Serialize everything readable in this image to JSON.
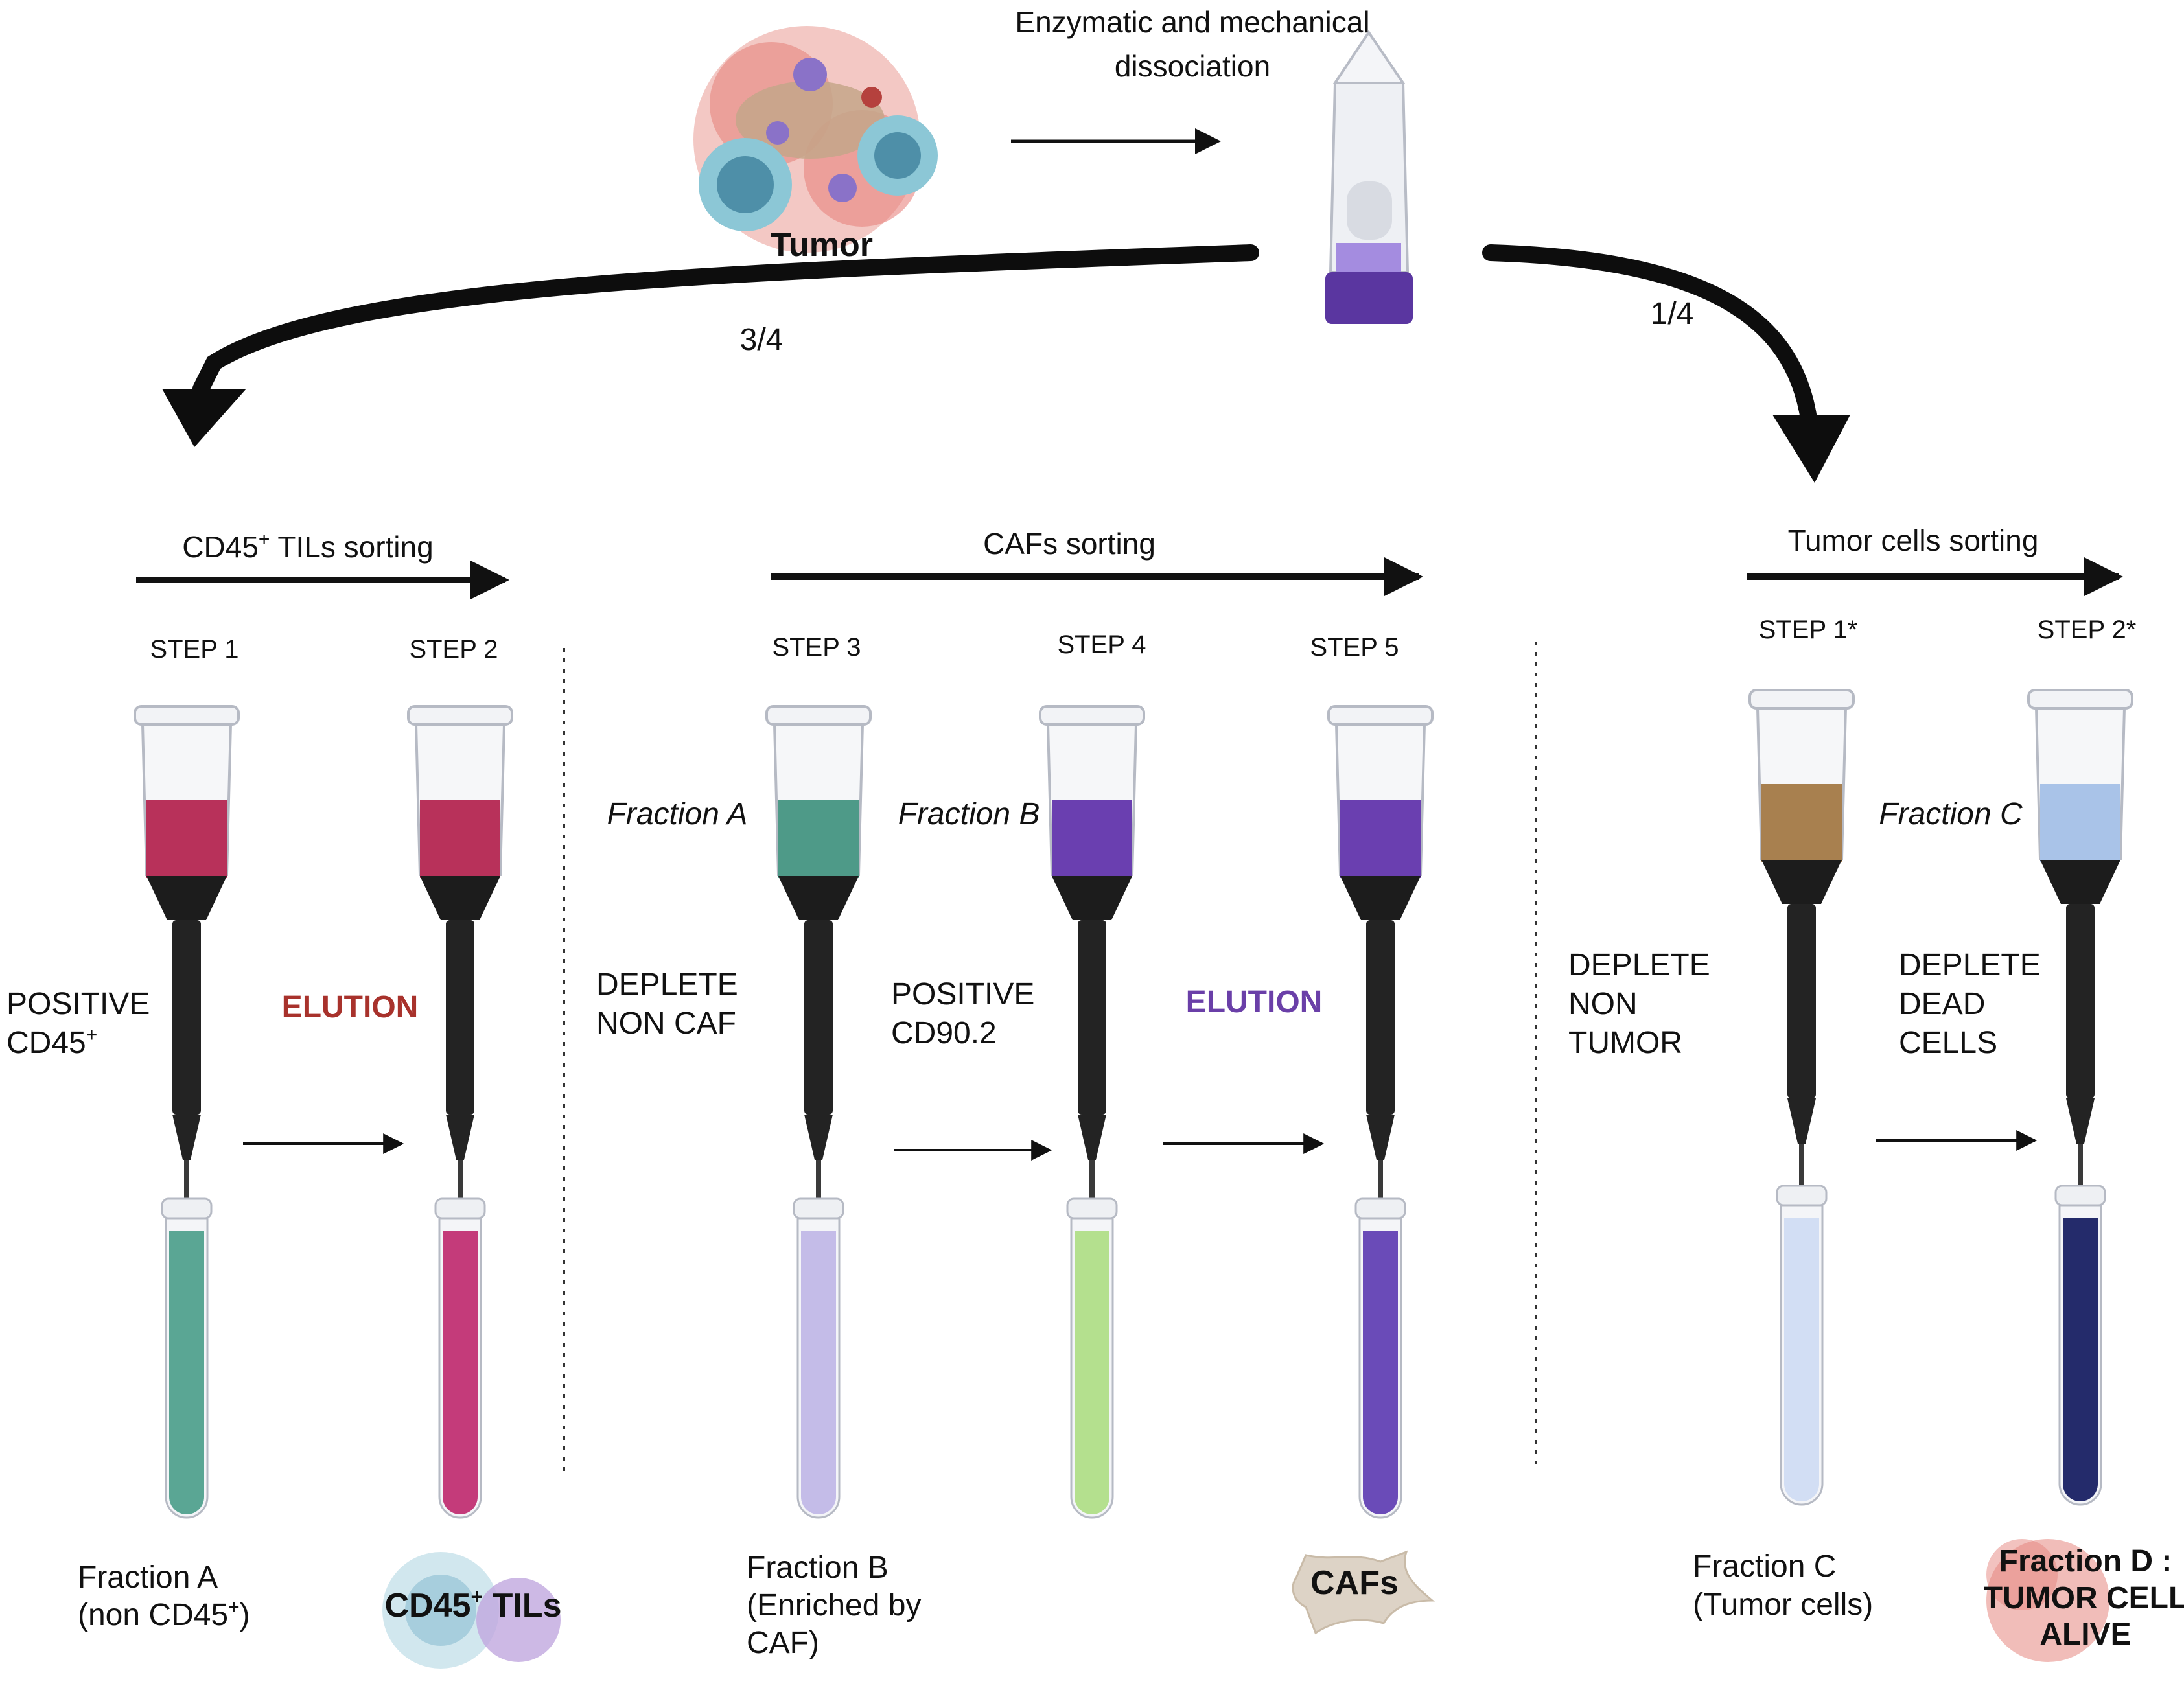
{
  "title_line1": "Enzymatic and mechanical",
  "title_line2": "dissociation",
  "tumor_label": "Tumor",
  "split_left": "3/4",
  "split_right": "1/4",
  "sections": {
    "tils": "CD45",
    "tils_sup": "+",
    "tils_rest": " TILs sorting",
    "cafs": "CAFs sorting",
    "tumor": "Tumor cells sorting"
  },
  "steps": [
    "STEP 1",
    "STEP 2",
    "STEP 3",
    "STEP 4",
    "STEP 5",
    "STEP 1*",
    "STEP 2*"
  ],
  "fraction_tags": [
    "Fraction A",
    "Fraction B",
    "Fraction C"
  ],
  "actions": {
    "positive_cd45_1": "POSITIVE",
    "positive_cd45_2": "CD45",
    "positive_cd45_sup": "+",
    "elution": "ELUTION",
    "deplete_noncaf_1": "DEPLETE",
    "deplete_noncaf_2": "NON CAF",
    "positive_cd90_1": "POSITIVE",
    "positive_cd90_2": "CD90.2",
    "deplete_nontumor_1": "DEPLETE",
    "deplete_nontumor_2": "NON",
    "deplete_nontumor_3": "TUMOR",
    "deplete_dead_1": "DEPLETE",
    "deplete_dead_2": "DEAD",
    "deplete_dead_3": "CELLS"
  },
  "outputs": {
    "fraction_a_1": "Fraction A",
    "fraction_a_2": "(non CD45",
    "fraction_a_sup": "+",
    "fraction_a_close": ")",
    "tils_1": "CD45",
    "tils_sup": "+",
    "tils_2": " TILs",
    "fraction_b_1": "Fraction B",
    "fraction_b_2": "(Enriched by",
    "fraction_b_3": "CAF)",
    "cafs": "CAFs",
    "fraction_c_1": "Fraction C",
    "fraction_c_2": "(Tumor cells)",
    "fraction_d_1": "Fraction D :",
    "fraction_d_2": "TUMOR CELL",
    "fraction_d_3": "ALIVE"
  },
  "colors": {
    "elution_red": "#a8322c",
    "elution_purple": "#6a3fa8",
    "column_fills": [
      "#b8315a",
      "#b8315a",
      "#4e9a88",
      "#6a3fb0",
      "#6a3fb0",
      "#a8804f",
      "#a9c3e8"
    ],
    "tube_fills": [
      "#5aa694",
      "#c43b7a",
      "#c4bce8",
      "#b4e08e",
      "#6a4bb8",
      "#d2def4",
      "#242b6b"
    ]
  }
}
